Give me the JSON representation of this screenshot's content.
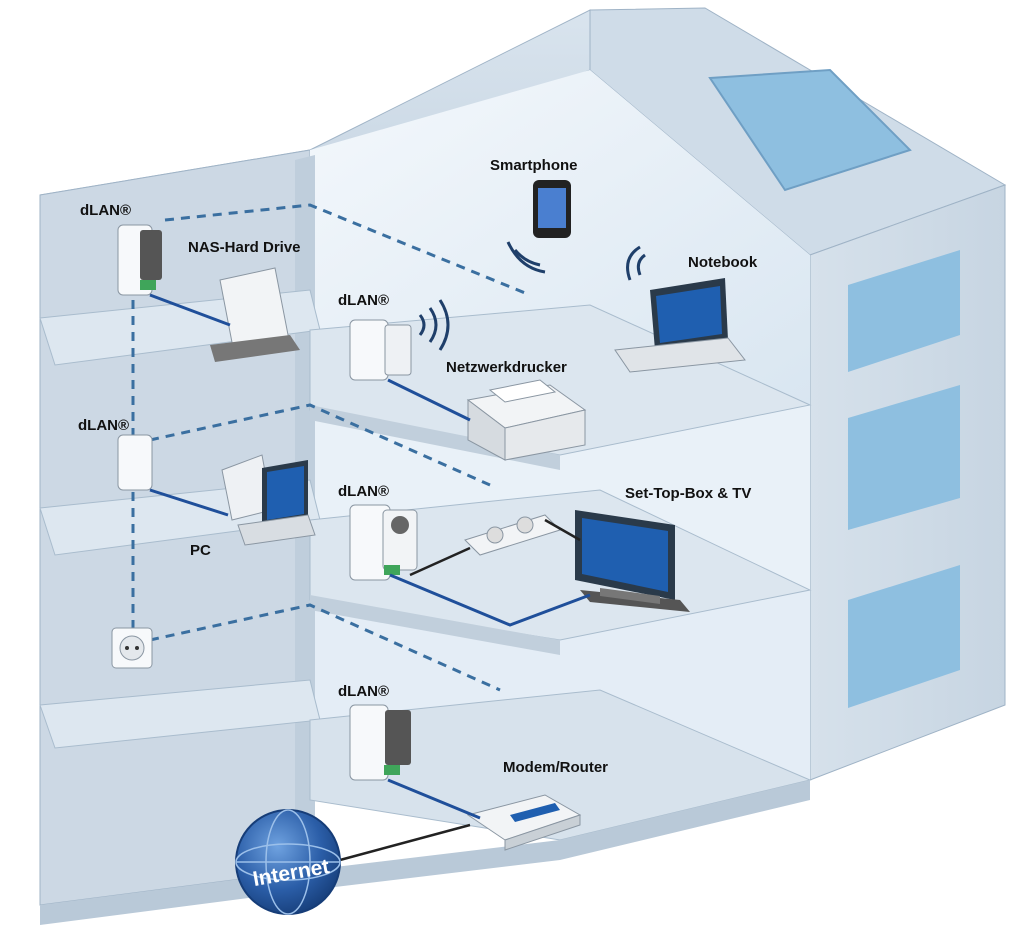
{
  "labels": {
    "dlan": "dLAN®",
    "nas": "NAS-Hard Drive",
    "smartphone": "Smartphone",
    "notebook": "Notebook",
    "printer": "Netzwerkdrucker",
    "pc": "PC",
    "settop": "Set-Top-Box & TV",
    "modem": "Modem/Router",
    "internet": "Internet"
  },
  "colors": {
    "wall_light": "#e8f0f7",
    "wall_mid": "#d3dfea",
    "wall_dark": "#b9c9d8",
    "window": "#8ebfe0",
    "screen": "#1f5fb0",
    "plc_line": "#3a6fa0",
    "globe": "#2b5ea8"
  }
}
